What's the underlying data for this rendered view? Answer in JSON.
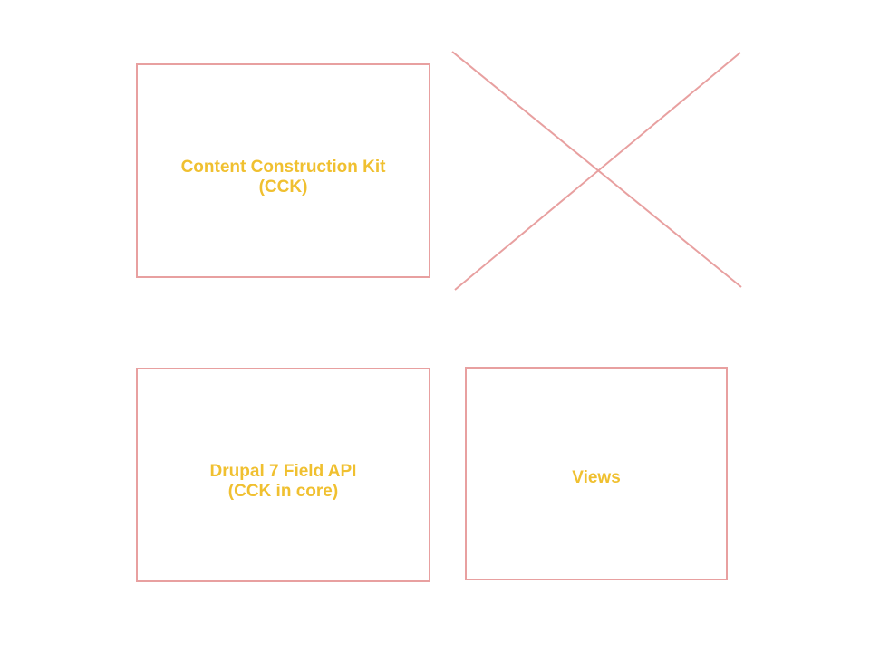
{
  "colors": {
    "box_border": "#e8a0a0",
    "label_text": "#f0c030",
    "cross_stroke": "#e8a0a0",
    "background": "#ffffff"
  },
  "boxes": {
    "cck": {
      "label": "Content Construction Kit\n(CCK)"
    },
    "field_api": {
      "label": "Drupal 7 Field API\n(CCK in core)"
    },
    "views": {
      "label": "Views"
    }
  },
  "cross_mark": {
    "icon": "x-cross-icon"
  }
}
